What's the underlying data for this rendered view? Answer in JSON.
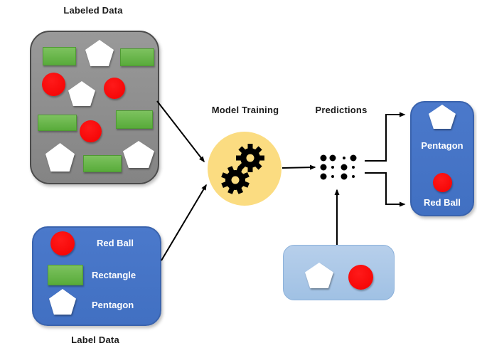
{
  "labeled_data": {
    "title": "Labeled Data"
  },
  "label_data": {
    "caption": "Label Data",
    "items": [
      {
        "icon": "red-ball",
        "label": "Red Ball"
      },
      {
        "icon": "green-rectangle",
        "label": "Rectangle"
      },
      {
        "icon": "pentagon",
        "label": "Pentagon"
      }
    ]
  },
  "model_training": {
    "title": "Model Training"
  },
  "predictions": {
    "title": "Predictions"
  },
  "output": {
    "items": [
      {
        "icon": "pentagon",
        "label": "Pentagon"
      },
      {
        "icon": "red-ball",
        "label": "Red Ball"
      }
    ]
  },
  "colors": {
    "labeled_box_fill": "#8C8C8C",
    "label_box_fill": "#4472C4",
    "training_circle_fill": "#FBDC81",
    "input_box_fill": "#ACC8E8",
    "output_box_fill": "#4472C4",
    "shape_green": "#69B84C",
    "shape_red": "#F30000",
    "shape_white": "#FFFFFF",
    "arrow_color": "#000000"
  }
}
